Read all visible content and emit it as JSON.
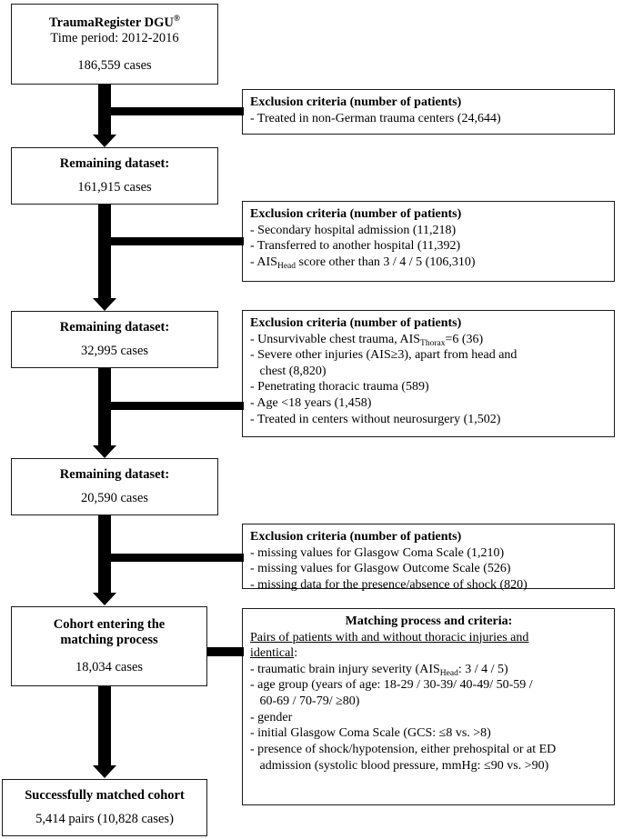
{
  "flow": {
    "registry_box": {
      "title_line1": "TraumaRegister DGU",
      "title_reg": "®",
      "title_line2": "Time period: 2012-2016",
      "cases": "186,559 cases"
    },
    "remaining1": {
      "title": "Remaining dataset:",
      "cases": "161,915 cases"
    },
    "remaining2": {
      "title": "Remaining dataset:",
      "cases": "32,995 cases"
    },
    "remaining3": {
      "title": "Remaining dataset:",
      "cases": "20,590 cases"
    },
    "cohort": {
      "title_line1": "Cohort entering the",
      "title_line2": "matching process",
      "cases": "18,034 cases"
    },
    "matched": {
      "title": "Successfully matched cohort",
      "cases": "5,414 pairs (10,828 cases)"
    },
    "exclusion1": {
      "header": "Exclusion criteria (number of patients)",
      "items": [
        "- Treated in non-German trauma centers (24,644)"
      ]
    },
    "exclusion2": {
      "header": "Exclusion criteria (number of patients)",
      "items": [
        "- Secondary hospital admission (11,218)",
        "- Transferred to another hospital (11,392)"
      ],
      "item_ais_prefix": "- AIS",
      "item_ais_sub": "Head",
      "item_ais_suffix": " score other than 3 / 4 / 5 (106,310)"
    },
    "exclusion3": {
      "header": "Exclusion criteria (number of patients)",
      "item1_prefix": "- Unsurvivable chest trauma, AIS",
      "item1_sub": "Thorax",
      "item1_suffix": "=6 (36)",
      "items": [
        "- Severe other injuries (AIS≥3), apart from head and\n   chest (8,820)",
        "- Penetrating thoracic trauma (589)",
        "- Age <18 years (1,458)",
        "- Treated in centers without neurosurgery (1,502)"
      ]
    },
    "exclusion4": {
      "header": "Exclusion criteria (number of patients)",
      "items": [
        "- missing values for Glasgow Coma Scale (1,210)",
        "- missing values for Glasgow Outcome Scale (526)",
        "- missing data for the presence/absence of shock (820)"
      ]
    },
    "matching": {
      "header": "Matching process and criteria:",
      "underlined_line1": "Pairs of patients with and without thoracic injuries and",
      "underlined_line2": "identical",
      "underlined_colon": ":",
      "item1_prefix": "- traumatic brain injury severity (AIS",
      "item1_sub": "Head",
      "item1_suffix": ": 3 / 4 / 5)",
      "items": [
        "- age group (years of age: 18-29 / 30-39/ 40-49/ 50-59 /\n   60-69 / 70-79/ ≥80)",
        "- gender",
        "- initial Glasgow Coma Scale (GCS: ≤8 vs. >8)",
        "- presence of shock/hypotension, either prehospital or at ED\n   admission (systolic blood pressure, mmHg: ≤90 vs. >90)"
      ]
    }
  },
  "colors": {
    "ink": "#000000",
    "border": "#1a1a1a",
    "background": "#ffffff"
  }
}
